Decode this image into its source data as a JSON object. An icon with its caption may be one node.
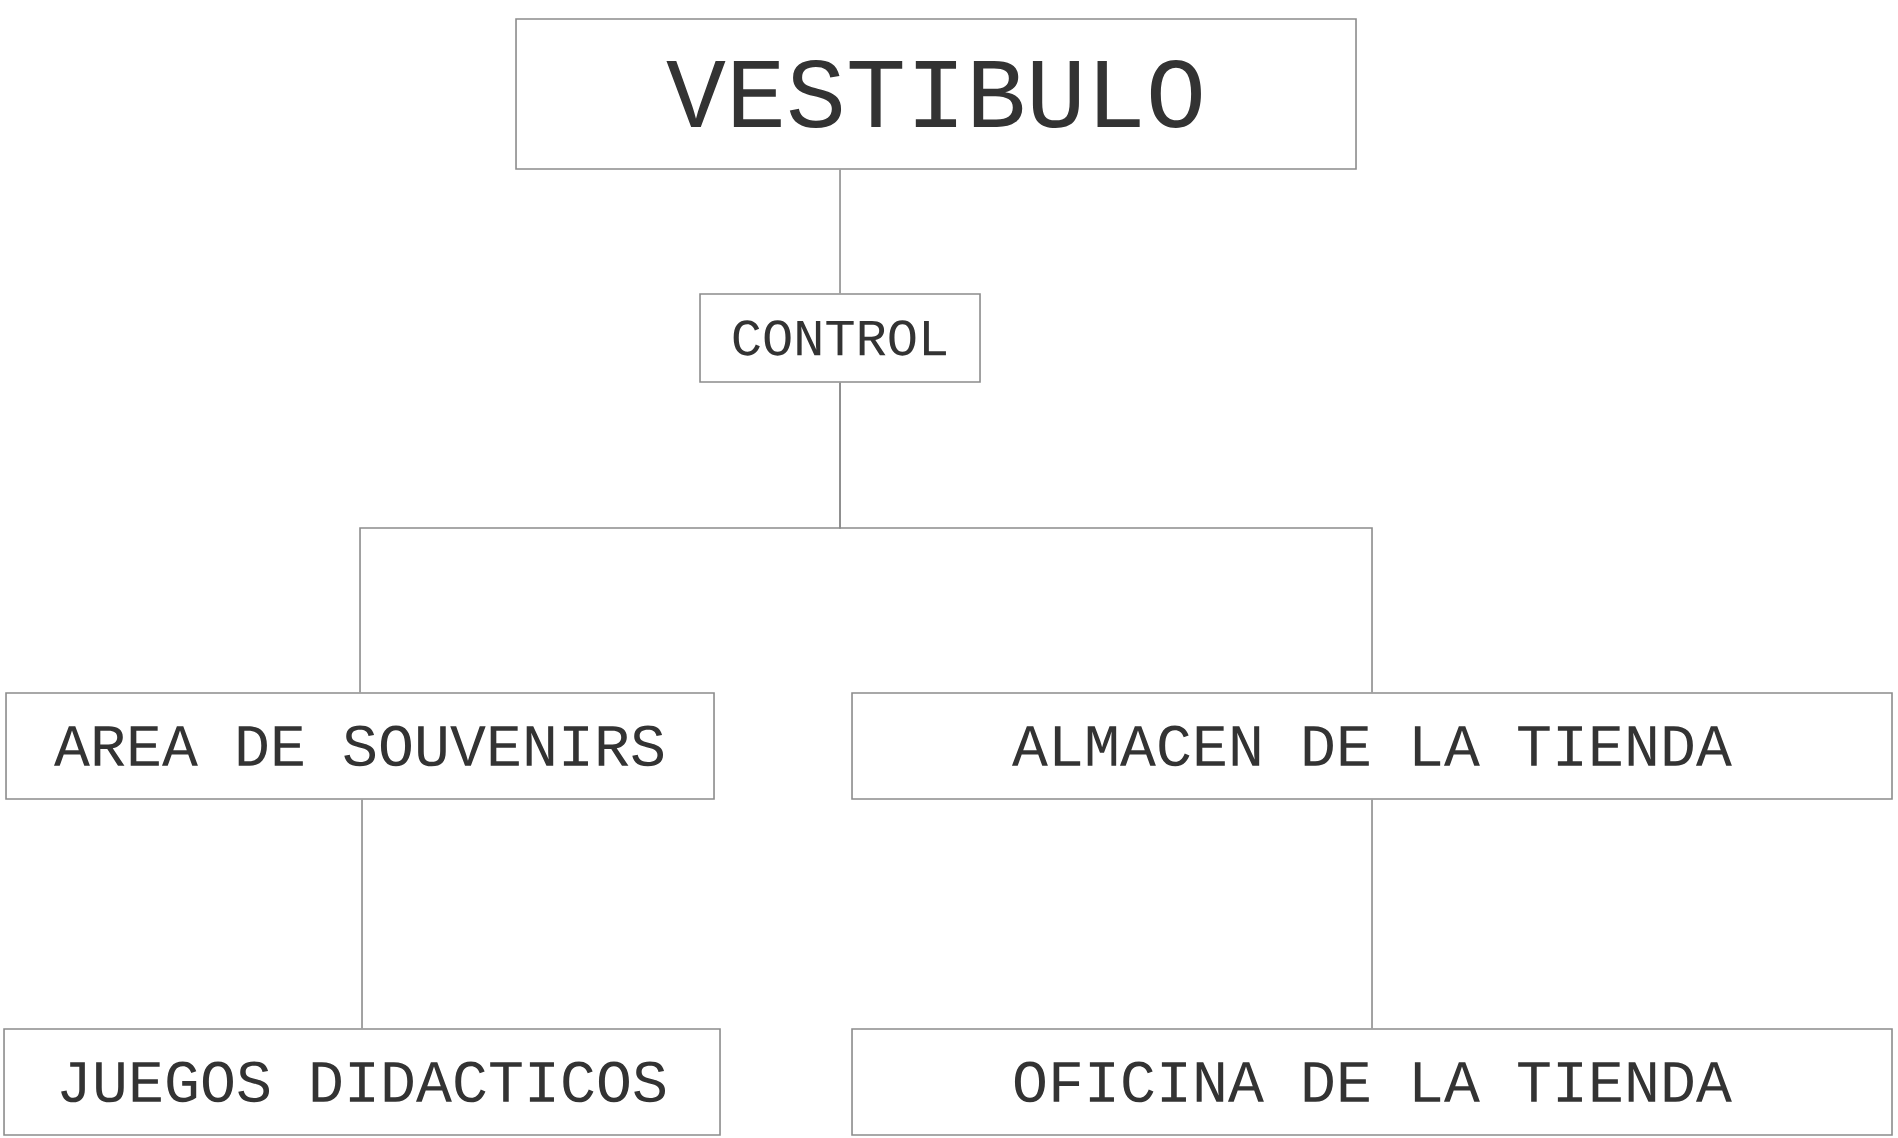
{
  "diagram": {
    "nodes": [
      {
        "text": [
          "VESTIBULO"
        ]
      },
      {
        "text": [
          "CONTROL"
        ]
      },
      {
        "text": [
          "AREA DE SOUVENIRS"
        ]
      },
      {
        "text": [
          "ALMACEN DE LA TIENDA"
        ]
      },
      {
        "text": [
          "JUEGOS DIDACTICOS"
        ]
      },
      {
        "text": [
          "OFICINA DE LA TIENDA"
        ]
      }
    ],
    "edges": [
      {
        "from": 0,
        "to": 1,
        "arrow": "none"
      },
      {
        "from": 1,
        "to": 2,
        "arrow": "none"
      },
      {
        "from": 1,
        "to": 3,
        "arrow": "none"
      },
      {
        "from": 2,
        "to": 4,
        "arrow": "none"
      },
      {
        "from": 3,
        "to": 5,
        "arrow": "none"
      }
    ]
  }
}
